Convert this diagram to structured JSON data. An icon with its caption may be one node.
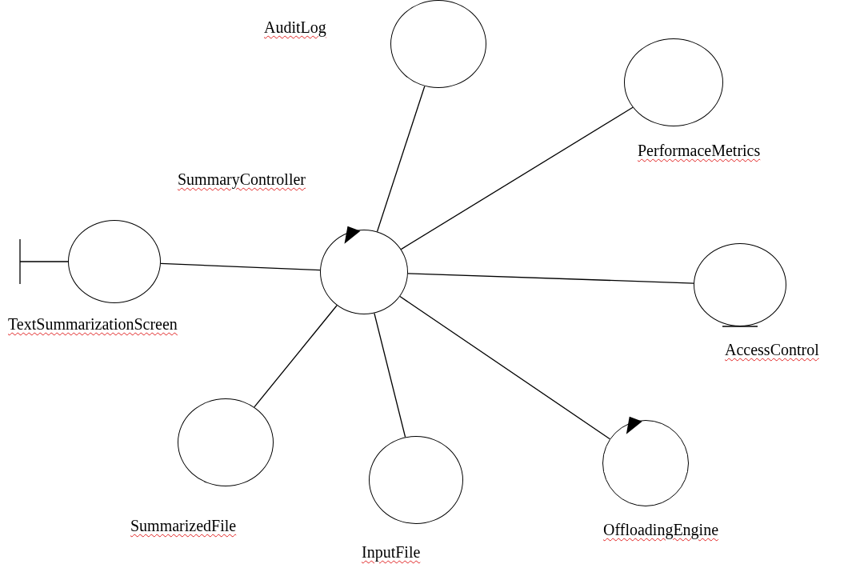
{
  "diagram": {
    "nodes": [
      {
        "text": [
          "AuditLog"
        ]
      },
      {
        "text": [
          "PerformaceMetrics"
        ]
      },
      {
        "text": [
          "SummaryController"
        ]
      },
      {
        "text": [
          "TextSummarizationScreen"
        ]
      },
      {
        "text": [
          "AccessControl"
        ]
      },
      {
        "text": [
          "SummarizedFile"
        ]
      },
      {
        "text": [
          "InputFile"
        ]
      },
      {
        "text": [
          "OffloadingEngine"
        ]
      }
    ],
    "edges": [
      {
        "from": 2,
        "to": 0,
        "arrow": "none"
      },
      {
        "from": 2,
        "to": 1,
        "arrow": "none"
      },
      {
        "from": 2,
        "to": 3,
        "arrow": "none"
      },
      {
        "from": 2,
        "to": 4,
        "arrow": "none"
      },
      {
        "from": 2,
        "to": 5,
        "arrow": "none"
      },
      {
        "from": 2,
        "to": 6,
        "arrow": "none"
      },
      {
        "from": 2,
        "to": 7,
        "arrow": "none"
      }
    ]
  }
}
